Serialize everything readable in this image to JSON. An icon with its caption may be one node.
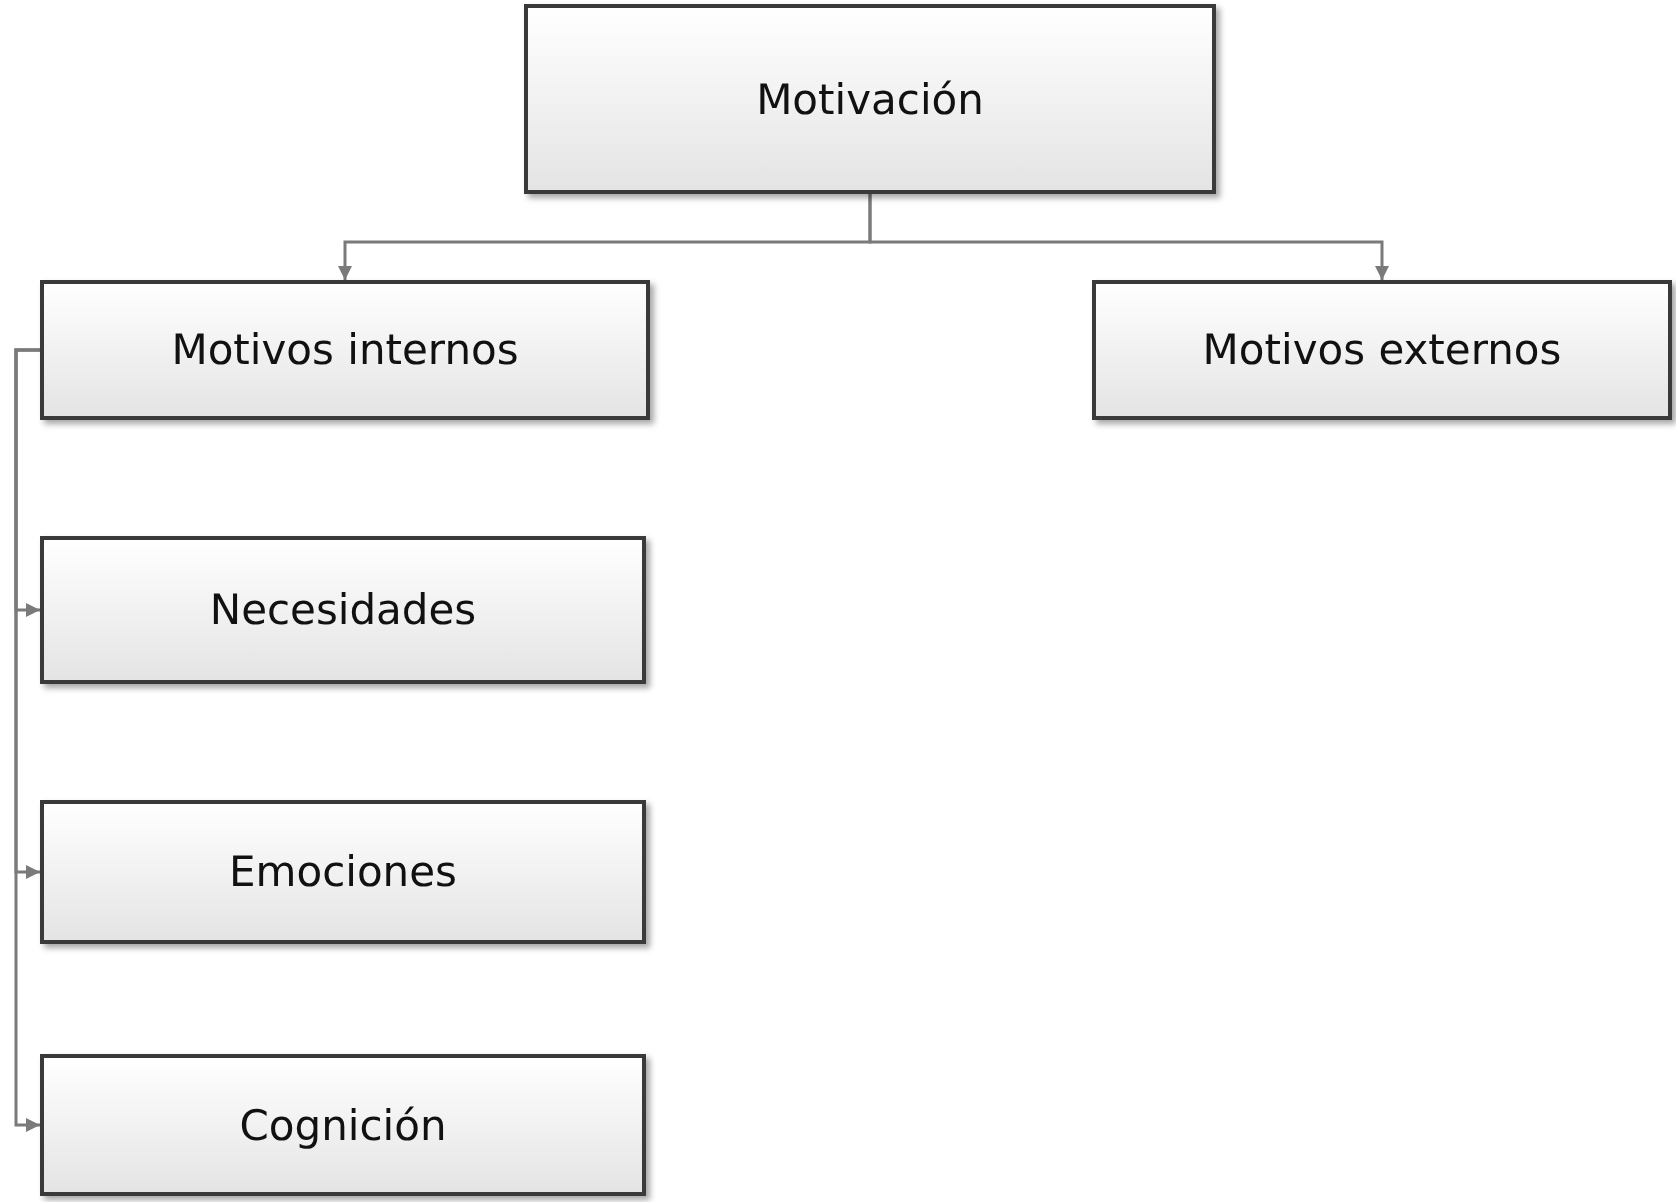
{
  "diagram": {
    "nodes": [
      {
        "text": [
          "Motivación"
        ]
      },
      {
        "text": [
          "Motivos internos"
        ]
      },
      {
        "text": [
          "Motivos externos"
        ]
      },
      {
        "text": [
          "Necesidades"
        ]
      },
      {
        "text": [
          "Emociones"
        ]
      },
      {
        "text": [
          "Cognición"
        ]
      }
    ],
    "edges": [
      {
        "from": 0,
        "to": 1,
        "arrow": "to"
      },
      {
        "from": 0,
        "to": 2,
        "arrow": "to"
      },
      {
        "from": 1,
        "to": 3,
        "arrow": "to"
      },
      {
        "from": 1,
        "to": 4,
        "arrow": "to"
      },
      {
        "from": 1,
        "to": 5,
        "arrow": "to"
      }
    ]
  }
}
